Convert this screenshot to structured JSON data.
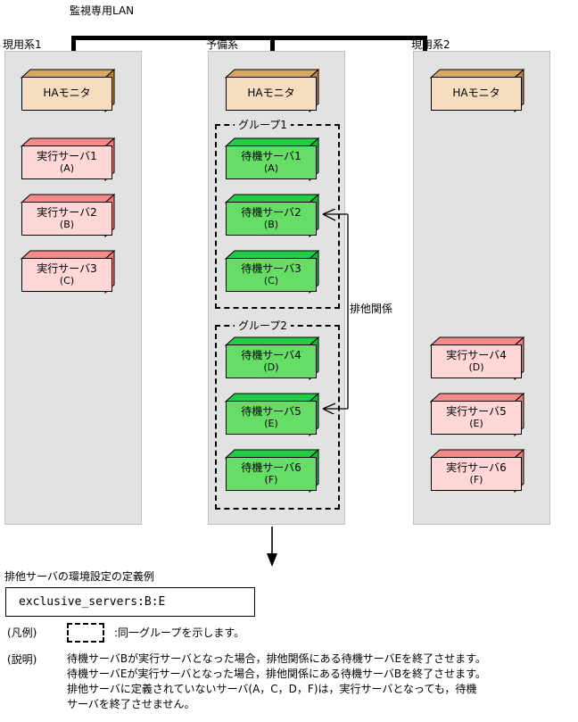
{
  "network": {
    "lan_label": "監視専用LAN"
  },
  "systems": [
    {
      "title": "現用系1",
      "monitor": {
        "label": "HAモニタ"
      },
      "servers": [
        {
          "name": "実行サーバ1",
          "id": "(A)"
        },
        {
          "name": "実行サーバ2",
          "id": "(B)"
        },
        {
          "name": "実行サーバ3",
          "id": "(C)"
        }
      ]
    },
    {
      "title": "予備系",
      "monitor": {
        "label": "HAモニタ"
      },
      "groups": [
        {
          "label": "グループ1",
          "servers": [
            {
              "name": "待機サーバ1",
              "id": "(A)"
            },
            {
              "name": "待機サーバ2",
              "id": "(B)"
            },
            {
              "name": "待機サーバ3",
              "id": "(C)"
            }
          ]
        },
        {
          "label": "グループ2",
          "servers": [
            {
              "name": "待機サーバ4",
              "id": "(D)"
            },
            {
              "name": "待機サーバ5",
              "id": "(E)"
            },
            {
              "name": "待機サーバ6",
              "id": "(F)"
            }
          ]
        }
      ]
    },
    {
      "title": "現用系2",
      "monitor": {
        "label": "HAモニタ"
      },
      "servers": [
        {
          "name": "実行サーバ4",
          "id": "(D)"
        },
        {
          "name": "実行サーバ5",
          "id": "(E)"
        },
        {
          "name": "実行サーバ6",
          "id": "(F)"
        }
      ]
    }
  ],
  "exclusive_relation": {
    "label": "排他関係"
  },
  "definition": {
    "title": "排他サーバの環境設定の定義例",
    "code": "exclusive_servers:B:E"
  },
  "legend": {
    "tag": "(凡例)",
    "text": ":同一グループを示します。"
  },
  "explanation": {
    "tag": "(説明)",
    "lines": [
      "待機サーバBが実行サーバとなった場合，排他関係にある待機サーバEを終了させます。",
      "待機サーバEが実行サーバとなった場合，排他関係にある待機サーバBを終了させます。",
      "排他サーバに定義されていないサーバ(A，C，D，F)は，実行サーバとなっても，待機",
      "サーバを終了させません。"
    ]
  },
  "colors": {
    "panel_bg": "#e2e2e2",
    "monitor_face": "#f7ddc0",
    "monitor_top": "#d9a860",
    "monitor_side": "#b8813d",
    "active_face": "#ffd7d7",
    "active_top": "#f58a8a",
    "active_side": "#e87b7b",
    "standby_face": "#66dd66",
    "standby_top": "#22cc44",
    "standby_side": "#17b438"
  }
}
